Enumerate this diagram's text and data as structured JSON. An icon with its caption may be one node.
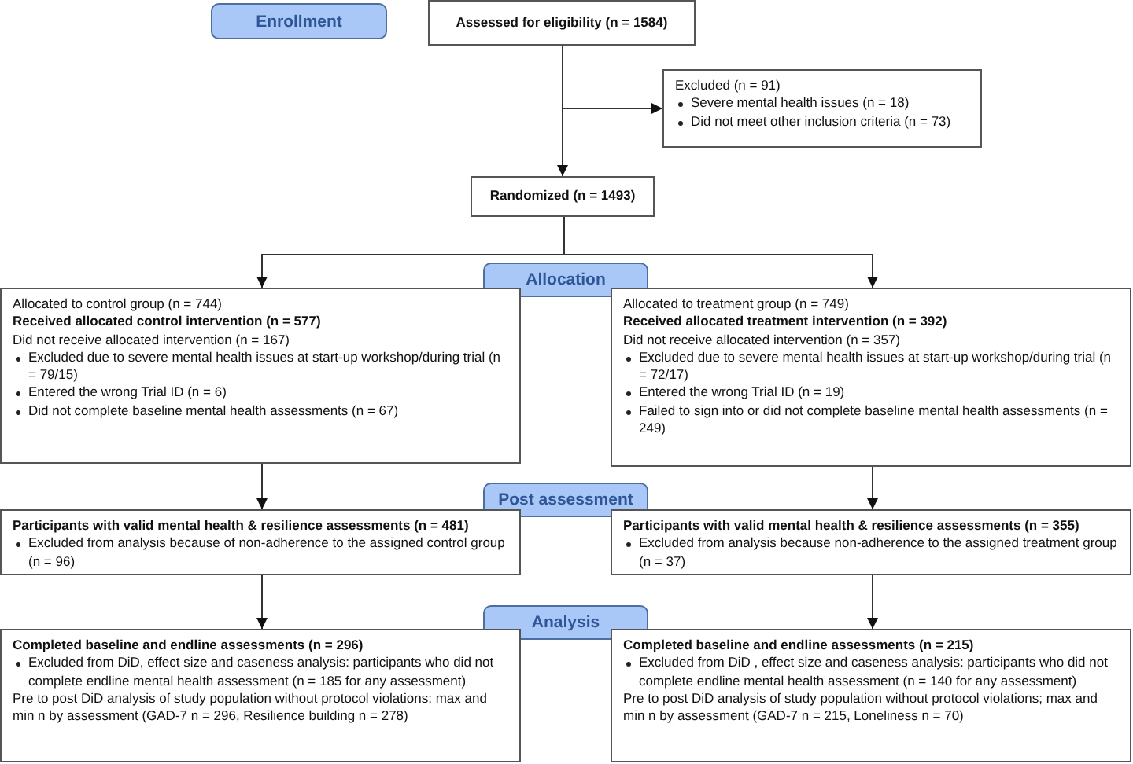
{
  "diagram": {
    "nodes": [
      {
        "text": [
          "Enrollment"
        ]
      },
      {
        "text": [
          "Assessed for eligibility (n = 1584)"
        ]
      },
      {
        "text": [
          "Excluded (n = 91)",
          "Severe mental health issues (n = 18)",
          "Did not meet other inclusion criteria (n = 73)"
        ]
      },
      {
        "text": [
          "Randomized (n = 1493)"
        ]
      },
      {
        "text": [
          "Allocation"
        ]
      },
      {
        "text": [
          "Allocated to control group (n = 744)",
          "Received allocated control intervention (n = 577)",
          "Did not receive allocated intervention (n = 167)",
          "Excluded due to severe mental health issues at start-up workshop/during trial  (n = 79/15)",
          "Entered the wrong Trial ID (n = 6)",
          "Did not complete baseline mental health assessments (n = 67)"
        ]
      },
      {
        "text": [
          "Allocated to treatment group (n = 749)",
          "Received allocated treatment intervention (n = 392)",
          "Did not receive allocated intervention (n = 357)",
          "Excluded due to severe mental health issues at start-up workshop/during trial  (n = 72/17)",
          "Entered the wrong Trial ID (n = 19)",
          "Failed to sign into or did not complete baseline mental health assessments (n = 249)"
        ]
      },
      {
        "text": [
          "Post assessment"
        ]
      },
      {
        "text": [
          "Participants with valid mental health & resilience assessments (n = 481)",
          "Excluded from analysis because of non-adherence to the assigned control group (n = 96)"
        ]
      },
      {
        "text": [
          "Participants with valid mental health & resilience assessments (n = 355)",
          "Excluded from analysis because non-adherence to the assigned treatment group (n = 37)"
        ]
      },
      {
        "text": [
          "Analysis"
        ]
      },
      {
        "text": [
          "Completed baseline and endline assessments (n = 296)",
          "Excluded from DiD, effect size and caseness analysis: participants who did not complete endline mental health assessment (n = 185 for any assessment)",
          "Pre to post DiD analysis of study population without protocol violations; max and min n by assessment (GAD-7 n = 296, Resilience building n = 278)"
        ]
      },
      {
        "text": [
          "Completed baseline and endline assessments (n = 215)",
          "Excluded from DiD , effect size and caseness analysis: participants who did not complete endline mental health assessment (n = 140 for any assessment)",
          "Pre to post DiD analysis of study population without protocol violations; max and min n by assessment (GAD-7 n = 215, Loneliness n = 70)"
        ]
      }
    ],
    "edges": [
      {
        "from": 1,
        "to": 3,
        "arrow": "to"
      },
      {
        "from": 1,
        "to": 2,
        "arrow": "to"
      },
      {
        "from": 3,
        "to": 5,
        "arrow": "to"
      },
      {
        "from": 3,
        "to": 6,
        "arrow": "to"
      },
      {
        "from": 5,
        "to": 8,
        "arrow": "to"
      },
      {
        "from": 6,
        "to": 9,
        "arrow": "to"
      },
      {
        "from": 8,
        "to": 11,
        "arrow": "to"
      },
      {
        "from": 9,
        "to": 12,
        "arrow": "to"
      }
    ]
  }
}
